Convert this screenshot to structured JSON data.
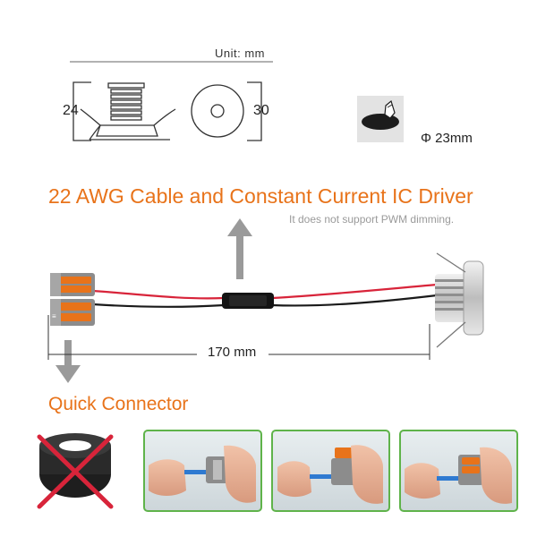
{
  "dimensions": {
    "unit_label": "Unit: mm",
    "height_label": "24",
    "width_label": "30",
    "diameter_label": "Φ 23mm"
  },
  "cable": {
    "title": "22 AWG Cable and Constant Current IC Driver",
    "note": "It does not support PWM dimming.",
    "length_label": "170 mm"
  },
  "connector": {
    "title": "Quick Connector"
  },
  "colors": {
    "accent": "#e8731a",
    "frame_green": "#5fb34a",
    "wire_red": "#d8243a",
    "wire_black": "#1a1a1a",
    "arrow_gray": "#9a9a9a",
    "connector_orange": "#e8731a",
    "connector_gray": "#8c8c8c"
  },
  "icons": {
    "cutout": "ceiling-cutout-icon",
    "no_tape": "no-electrical-tape-icon"
  }
}
